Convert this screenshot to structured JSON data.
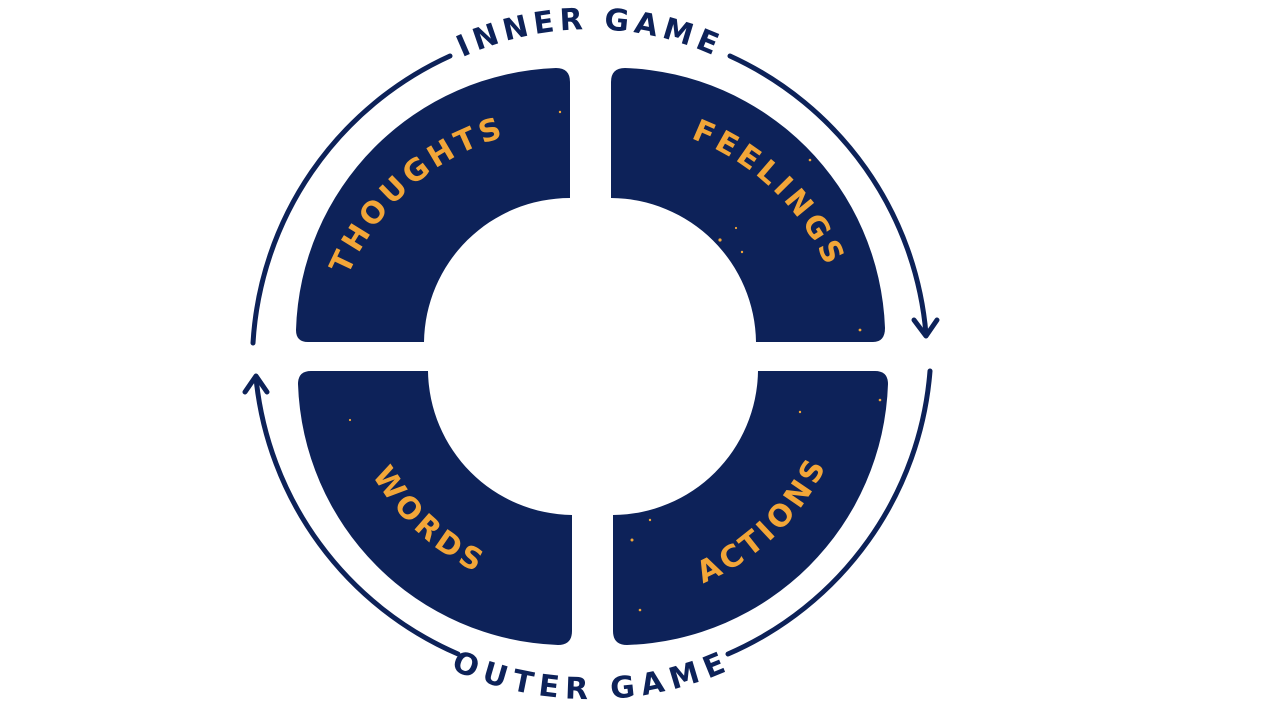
{
  "diagram": {
    "outer_top_label": "INNER GAME",
    "outer_bottom_label": "OUTER GAME",
    "quadrants": {
      "top_left": "THOUGHTS",
      "top_right": "FEELINGS",
      "bottom_left": "WORDS",
      "bottom_right": "ACTIONS"
    }
  },
  "colors": {
    "navy": "#0d2259",
    "gold": "#f2a638",
    "background": "#ffffff"
  }
}
